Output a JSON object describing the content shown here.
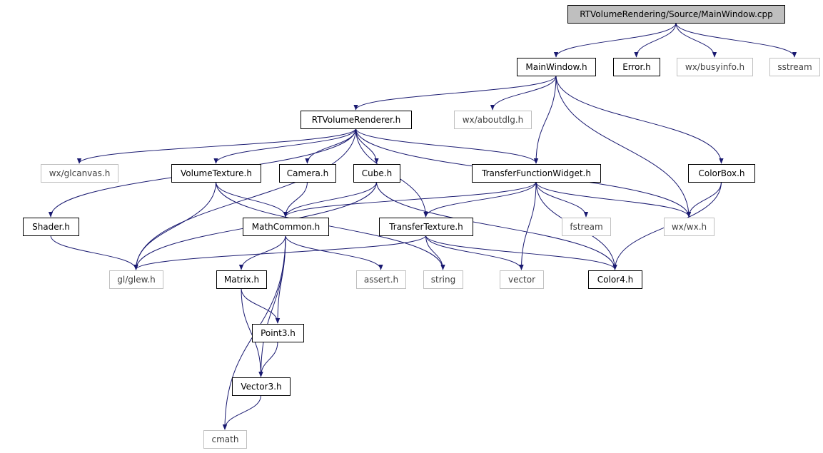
{
  "colors": {
    "edge": "#191970",
    "root_fill": "#bfbfbf",
    "local_border": "#000000",
    "system_border": "#bfbfbf",
    "system_text": "#404040",
    "local_text": "#000000"
  },
  "nodes": [
    {
      "id": "root",
      "label": "RTVolumeRendering/Source/MainWindow.cpp",
      "kind": "root"
    },
    {
      "id": "mainwindow_h",
      "label": "MainWindow.h",
      "kind": "local"
    },
    {
      "id": "error_h",
      "label": "Error.h",
      "kind": "local"
    },
    {
      "id": "wx_busyinfo_h",
      "label": "wx/busyinfo.h",
      "kind": "system"
    },
    {
      "id": "sstream",
      "label": "sstream",
      "kind": "system"
    },
    {
      "id": "rtvolumerenderer_h",
      "label": "RTVolumeRenderer.h",
      "kind": "local"
    },
    {
      "id": "wx_aboutdlg_h",
      "label": "wx/aboutdlg.h",
      "kind": "system"
    },
    {
      "id": "wx_glcanvas_h",
      "label": "wx/glcanvas.h",
      "kind": "system"
    },
    {
      "id": "volumetexture_h",
      "label": "VolumeTexture.h",
      "kind": "local"
    },
    {
      "id": "camera_h",
      "label": "Camera.h",
      "kind": "local"
    },
    {
      "id": "cube_h",
      "label": "Cube.h",
      "kind": "local"
    },
    {
      "id": "transferfunctionwidget_h",
      "label": "TransferFunctionWidget.h",
      "kind": "local"
    },
    {
      "id": "colorbox_h",
      "label": "ColorBox.h",
      "kind": "local"
    },
    {
      "id": "shader_h",
      "label": "Shader.h",
      "kind": "local"
    },
    {
      "id": "mathcommon_h",
      "label": "MathCommon.h",
      "kind": "local"
    },
    {
      "id": "transfertexture_h",
      "label": "TransferTexture.h",
      "kind": "local"
    },
    {
      "id": "fstream",
      "label": "fstream",
      "kind": "system"
    },
    {
      "id": "wx_wx_h",
      "label": "wx/wx.h",
      "kind": "system"
    },
    {
      "id": "gl_glew_h",
      "label": "gl/glew.h",
      "kind": "system"
    },
    {
      "id": "matrix_h",
      "label": "Matrix.h",
      "kind": "local"
    },
    {
      "id": "assert_h",
      "label": "assert.h",
      "kind": "system"
    },
    {
      "id": "string",
      "label": "string",
      "kind": "system"
    },
    {
      "id": "vector",
      "label": "vector",
      "kind": "system"
    },
    {
      "id": "color4_h",
      "label": "Color4.h",
      "kind": "local"
    },
    {
      "id": "point3_h",
      "label": "Point3.h",
      "kind": "local"
    },
    {
      "id": "vector3_h",
      "label": "Vector3.h",
      "kind": "local"
    },
    {
      "id": "cmath",
      "label": "cmath",
      "kind": "system"
    }
  ],
  "edges": [
    [
      "root",
      "mainwindow_h"
    ],
    [
      "root",
      "error_h"
    ],
    [
      "root",
      "wx_busyinfo_h"
    ],
    [
      "root",
      "sstream"
    ],
    [
      "mainwindow_h",
      "rtvolumerenderer_h"
    ],
    [
      "mainwindow_h",
      "wx_aboutdlg_h"
    ],
    [
      "mainwindow_h",
      "transferfunctionwidget_h"
    ],
    [
      "mainwindow_h",
      "wx_wx_h"
    ],
    [
      "mainwindow_h",
      "colorbox_h"
    ],
    [
      "rtvolumerenderer_h",
      "shader_h"
    ],
    [
      "rtvolumerenderer_h",
      "wx_glcanvas_h"
    ],
    [
      "rtvolumerenderer_h",
      "gl_glew_h"
    ],
    [
      "rtvolumerenderer_h",
      "volumetexture_h"
    ],
    [
      "rtvolumerenderer_h",
      "camera_h"
    ],
    [
      "rtvolumerenderer_h",
      "cube_h"
    ],
    [
      "rtvolumerenderer_h",
      "transfertexture_h"
    ],
    [
      "rtvolumerenderer_h",
      "transferfunctionwidget_h"
    ],
    [
      "rtvolumerenderer_h",
      "wx_wx_h"
    ],
    [
      "volumetexture_h",
      "gl_glew_h"
    ],
    [
      "volumetexture_h",
      "mathcommon_h"
    ],
    [
      "volumetexture_h",
      "string"
    ],
    [
      "camera_h",
      "mathcommon_h"
    ],
    [
      "cube_h",
      "gl_glew_h"
    ],
    [
      "cube_h",
      "mathcommon_h"
    ],
    [
      "cube_h",
      "color4_h"
    ],
    [
      "transferfunctionwidget_h",
      "mathcommon_h"
    ],
    [
      "transferfunctionwidget_h",
      "transfertexture_h"
    ],
    [
      "transferfunctionwidget_h",
      "vector"
    ],
    [
      "transferfunctionwidget_h",
      "fstream"
    ],
    [
      "transferfunctionwidget_h",
      "wx_wx_h"
    ],
    [
      "transferfunctionwidget_h",
      "color4_h"
    ],
    [
      "colorbox_h",
      "wx_wx_h"
    ],
    [
      "colorbox_h",
      "color4_h"
    ],
    [
      "shader_h",
      "gl_glew_h"
    ],
    [
      "mathcommon_h",
      "matrix_h"
    ],
    [
      "mathcommon_h",
      "assert_h"
    ],
    [
      "mathcommon_h",
      "point3_h"
    ],
    [
      "mathcommon_h",
      "vector3_h"
    ],
    [
      "mathcommon_h",
      "cmath"
    ],
    [
      "transfertexture_h",
      "gl_glew_h"
    ],
    [
      "transfertexture_h",
      "string"
    ],
    [
      "transfertexture_h",
      "vector"
    ],
    [
      "transfertexture_h",
      "color4_h"
    ],
    [
      "matrix_h",
      "point3_h"
    ],
    [
      "matrix_h",
      "vector3_h"
    ],
    [
      "point3_h",
      "vector3_h"
    ],
    [
      "vector3_h",
      "cmath"
    ]
  ]
}
